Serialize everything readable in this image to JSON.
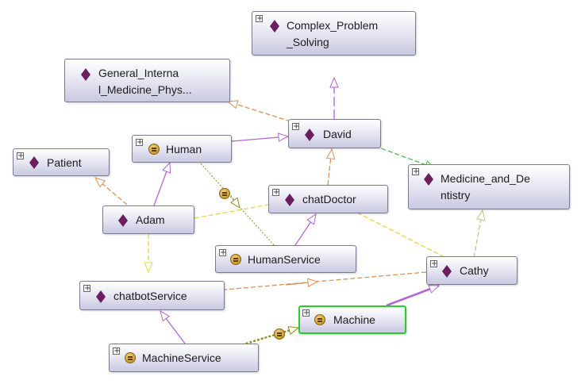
{
  "nodes": {
    "complex_problem_solving": {
      "line1": "Complex_Problem",
      "line2": "_Solving"
    },
    "general_internal_medicine": {
      "line1": "General_Interna",
      "line2": "l_Medicine_Phys..."
    },
    "patient": {
      "label": "Patient"
    },
    "human": {
      "label": "Human"
    },
    "david": {
      "label": "David"
    },
    "medicine_and_dentistry": {
      "line1": "Medicine_and_De",
      "line2": "ntistry"
    },
    "adam": {
      "label": "Adam"
    },
    "chatdoctor": {
      "label": "chatDoctor"
    },
    "humanservice": {
      "label": "HumanService"
    },
    "cathy": {
      "label": "Cathy"
    },
    "chatbotservice": {
      "label": "chatbotService"
    },
    "machine": {
      "label": "Machine"
    },
    "machineservice": {
      "label": "MachineService"
    }
  },
  "colors": {
    "diamond": "#6b1f5e",
    "edge_purple": "#b366d6",
    "edge_orange": "#d9915a",
    "edge_green": "#4dbb4d",
    "edge_yellow": "#e8d24a",
    "edge_olive": "#8f8f1e",
    "edge_khaki": "#c9c08a",
    "selection": "#32c832"
  }
}
